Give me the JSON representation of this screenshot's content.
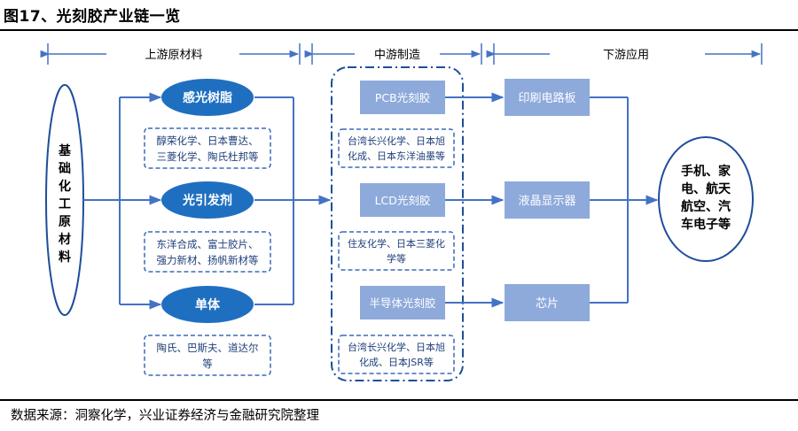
{
  "title": "图17、光刻胶产业链一览",
  "source": "数据来源：洞察化学，兴业证券经济与金融研究院整理",
  "stages": {
    "upstream": "上游原材料",
    "midstream": "中游制造",
    "downstream": "下游应用"
  },
  "base": {
    "chars": [
      "基",
      "础",
      "化",
      "工",
      "原",
      "材",
      "料"
    ]
  },
  "materials": [
    {
      "label": "感光树脂",
      "suppliers": [
        "醇荣化学、日本曹达、",
        "三菱化学、陶氏杜邦等"
      ]
    },
    {
      "label": "光引发剂",
      "suppliers": [
        "东洋合成、富士胶片、",
        "强力新材、扬帆新材等"
      ]
    },
    {
      "label": "单体",
      "suppliers": [
        "陶氏、巴斯夫、道达尔",
        "等"
      ]
    }
  ],
  "products": [
    {
      "label": "PCB光刻胶",
      "makers": [
        "台湾长兴化学、日本旭",
        "化成、日本东洋油墨等"
      ]
    },
    {
      "label": "LCD光刻胶",
      "makers": [
        "住友化学、日本三菱化",
        "学等"
      ]
    },
    {
      "label": "半导体光刻胶",
      "makers": [
        "台湾长兴化学、日本旭",
        "化成、日本JSR等"
      ]
    }
  ],
  "applications": [
    "印刷电路板",
    "液晶显示器",
    "芯片"
  ],
  "end_use": {
    "lines": [
      "手机、家",
      "电、航天",
      "航空、汽",
      "车电子等"
    ]
  },
  "colors": {
    "ellipse_fill": "#1f6fc1",
    "box_fill": "#8eaadb",
    "line": "#4472c4",
    "dash": "#3a6ab8",
    "text_dark": "#1f3f7a"
  }
}
